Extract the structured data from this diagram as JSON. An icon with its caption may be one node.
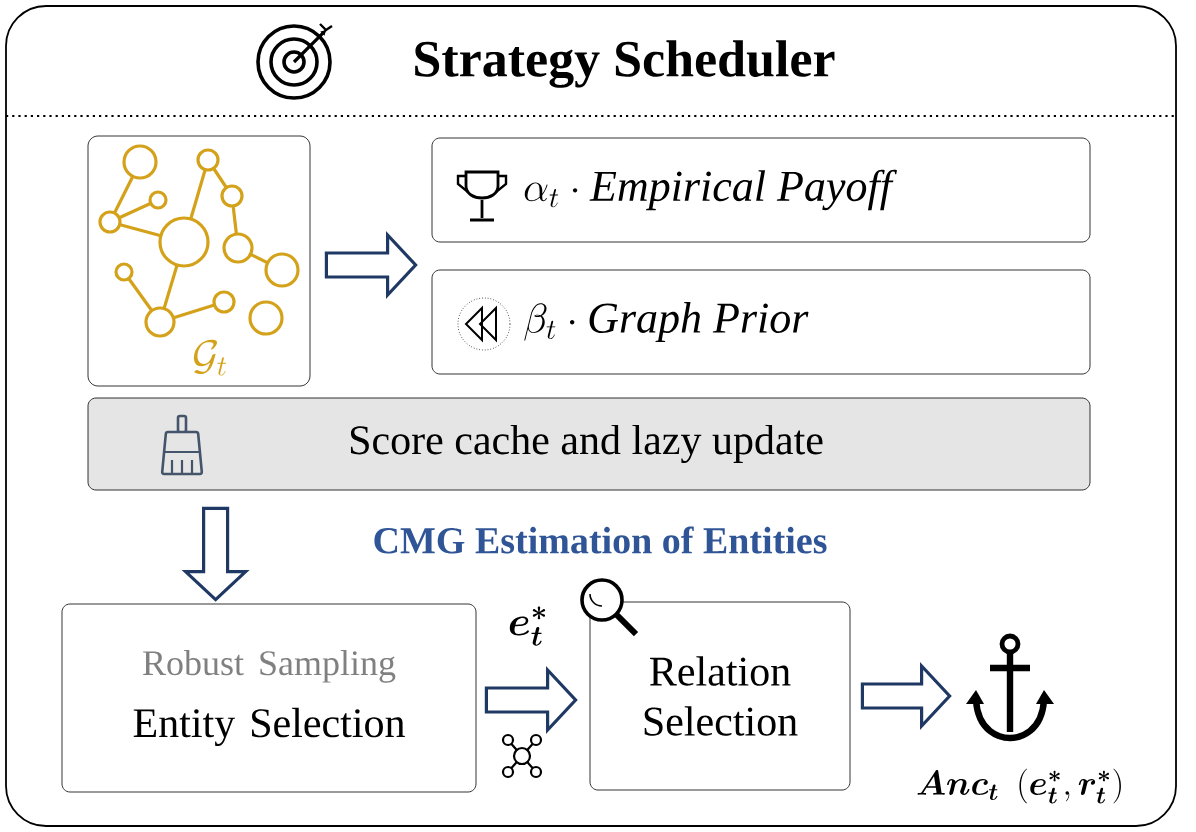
{
  "diagram": {
    "nodes": [
      {
        "text": [
          "Strategy Scheduler"
        ]
      },
      {
        "text": [
          "\\mathcal{G}_t"
        ],
        "in": 0
      },
      {
        "text": [
          "\\alpha_t \\cdot \\mathit{Empirical\\ Payoff}"
        ],
        "in": 0
      },
      {
        "text": [
          "\\beta_t \\cdot \\mathit{Graph\\ Prior}"
        ],
        "in": 0
      },
      {
        "text": [
          "Score cache and lazy update"
        ],
        "in": 0
      },
      {
        "text": [
          "Robust Sampling",
          "Entity Selection"
        ],
        "in": 0
      },
      {
        "text": [
          "Relation Selection"
        ],
        "in": 0
      },
      {
        "text": [
          "\\boldsymbol{Anc_t}\\ \\ (\\boldsymbol{e_t^*}, \\boldsymbol{r_t^*})"
        ],
        "in": 0
      }
    ],
    "edges": [
      {
        "from": 1,
        "to": 2,
        "arrow": "to"
      },
      {
        "from": 1,
        "to": 3,
        "arrow": "to"
      },
      {
        "from": 4,
        "to": 5,
        "arrow": "to",
        "label": "CMG Estimation of Entities"
      },
      {
        "from": 5,
        "to": 6,
        "arrow": "to",
        "label": "\\boldsymbol{e_t^*}"
      },
      {
        "from": 6,
        "to": 7,
        "arrow": "to"
      }
    ]
  }
}
